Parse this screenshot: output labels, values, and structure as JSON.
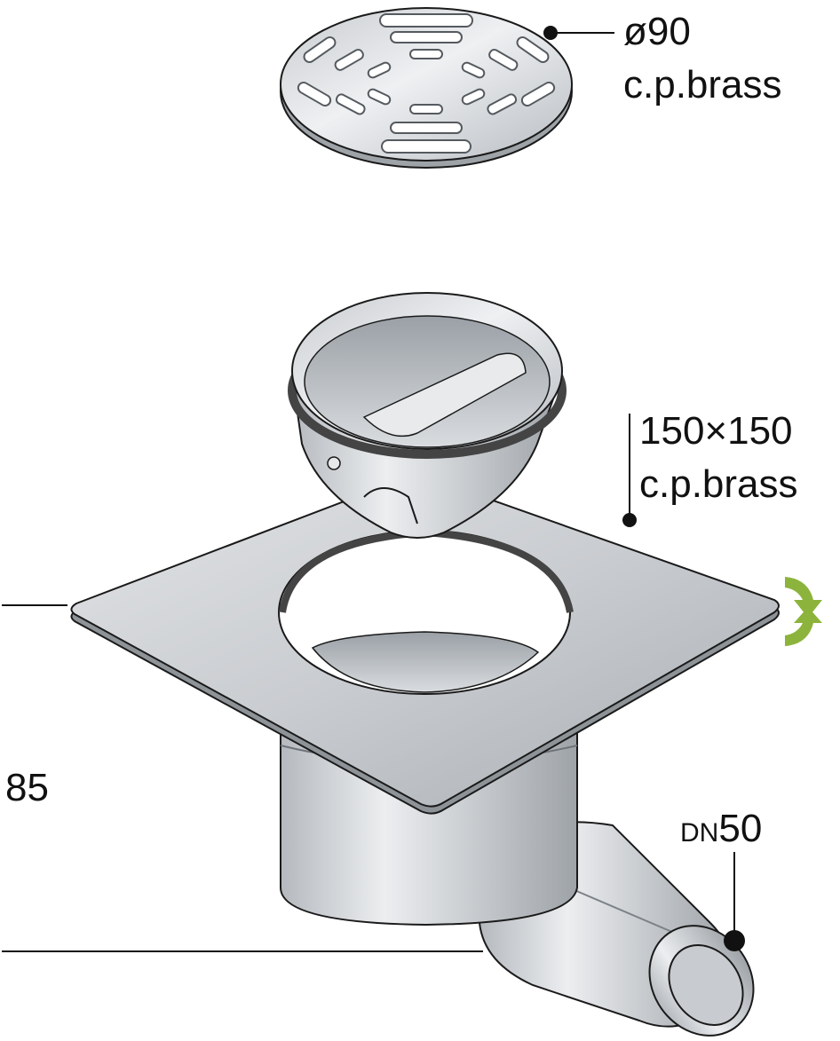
{
  "grate": {
    "diameter": "ø90",
    "material": "c.p.brass"
  },
  "plate": {
    "size": "150×150",
    "material": "c.p.brass"
  },
  "height": {
    "value": "85"
  },
  "outlet": {
    "prefix": "DN",
    "size": "50"
  },
  "icons": {
    "rotate": "rotate-arrows-icon"
  },
  "colors": {
    "metal_light": "#e4e6e8",
    "metal_mid": "#c2c6ca",
    "metal_dark": "#8e9398",
    "outline": "#1a1a1a",
    "gasket": "#444444",
    "arrow": "#8cb43c"
  }
}
